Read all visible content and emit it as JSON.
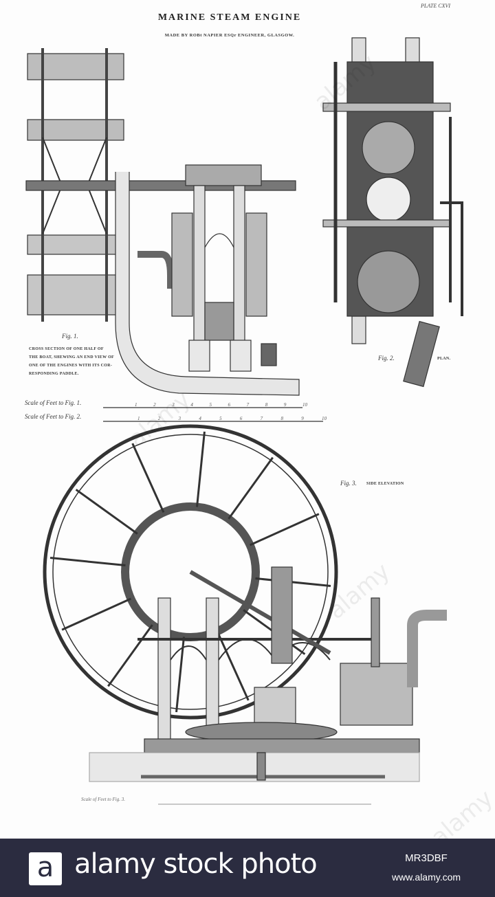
{
  "plate": {
    "title": "MARINE STEAM ENGINE",
    "subtitle": "MADE BY ROBt NAPIER ESQr ENGINEER, GLASGOW.",
    "plate_number": "PLATE CXVI"
  },
  "figures": {
    "fig1": {
      "label": "Fig. 1.",
      "caption": [
        "CROSS SECTION OF ONE HALF OF",
        "THE BOAT, SHEWING AN END VIEW OF",
        "ONE OF THE ENGINES WITH ITS COR-",
        "RESPONDING PADDLE."
      ]
    },
    "fig2": {
      "label": "Fig. 2.",
      "caption": "PLAN."
    },
    "fig3": {
      "label": "Fig. 3.",
      "caption": "SIDE ELEVATION"
    }
  },
  "scales": {
    "fig1": "Scale of Feet to Fig. 1.",
    "fig2": "Scale of Feet to Fig. 2.",
    "fig3": "Scale of Feet to Fig. 3.",
    "ticks_fig1": [
      "1",
      "2",
      "3",
      "4",
      "5",
      "6",
      "7",
      "8",
      "9",
      "10"
    ],
    "ticks_fig2": [
      "1",
      "2",
      "3",
      "4",
      "5",
      "6",
      "7",
      "8",
      "9",
      "10"
    ]
  },
  "watermark": {
    "logo_letter": "a",
    "brand": "alamy stock photo",
    "image_id": "MR3DBF",
    "website": "www.alamy.com",
    "overlay_text": "alamy",
    "banner_color": "#2b2c40"
  }
}
